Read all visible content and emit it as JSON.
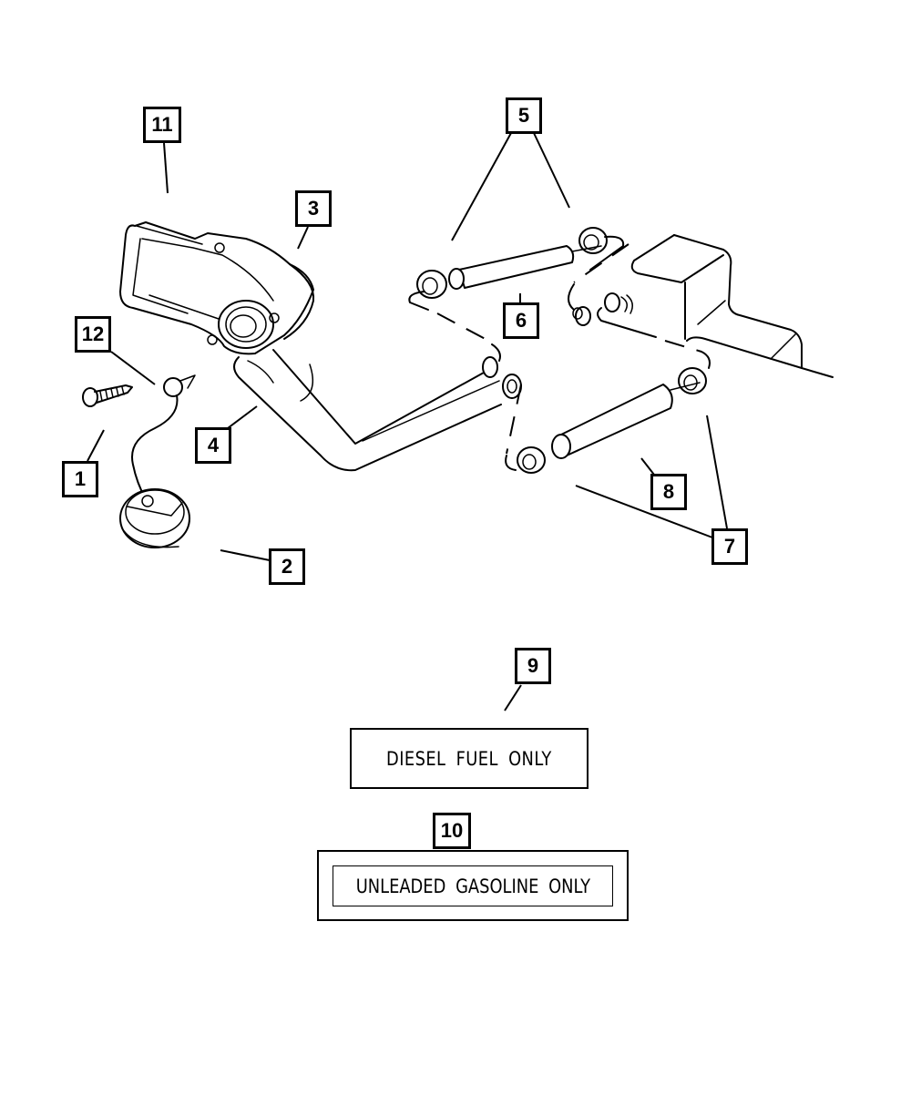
{
  "diagram": {
    "title": "Fuel Filler Neck and Related Parts",
    "callouts": [
      {
        "id": "1",
        "label": "1",
        "part": "screw"
      },
      {
        "id": "2",
        "label": "2",
        "part": "fuel cap with tether"
      },
      {
        "id": "3",
        "label": "3",
        "part": "filler housing"
      },
      {
        "id": "4",
        "label": "4",
        "part": "filler tube"
      },
      {
        "id": "5",
        "label": "5",
        "part": "upper hose clamps"
      },
      {
        "id": "6",
        "label": "6",
        "part": "vent hose"
      },
      {
        "id": "7",
        "label": "7",
        "part": "lower hose clamps"
      },
      {
        "id": "8",
        "label": "8",
        "part": "filler hose"
      },
      {
        "id": "9",
        "label": "9",
        "part": "diesel decal"
      },
      {
        "id": "10",
        "label": "10",
        "part": "unleaded decal"
      },
      {
        "id": "11",
        "label": "11",
        "part": "housing gasket/bezel"
      },
      {
        "id": "12",
        "label": "12",
        "part": "cap tether screw"
      }
    ],
    "decals": {
      "diesel": "DIESEL FUEL ONLY",
      "unleaded": "UNLEADED GASOLINE ONLY"
    }
  }
}
